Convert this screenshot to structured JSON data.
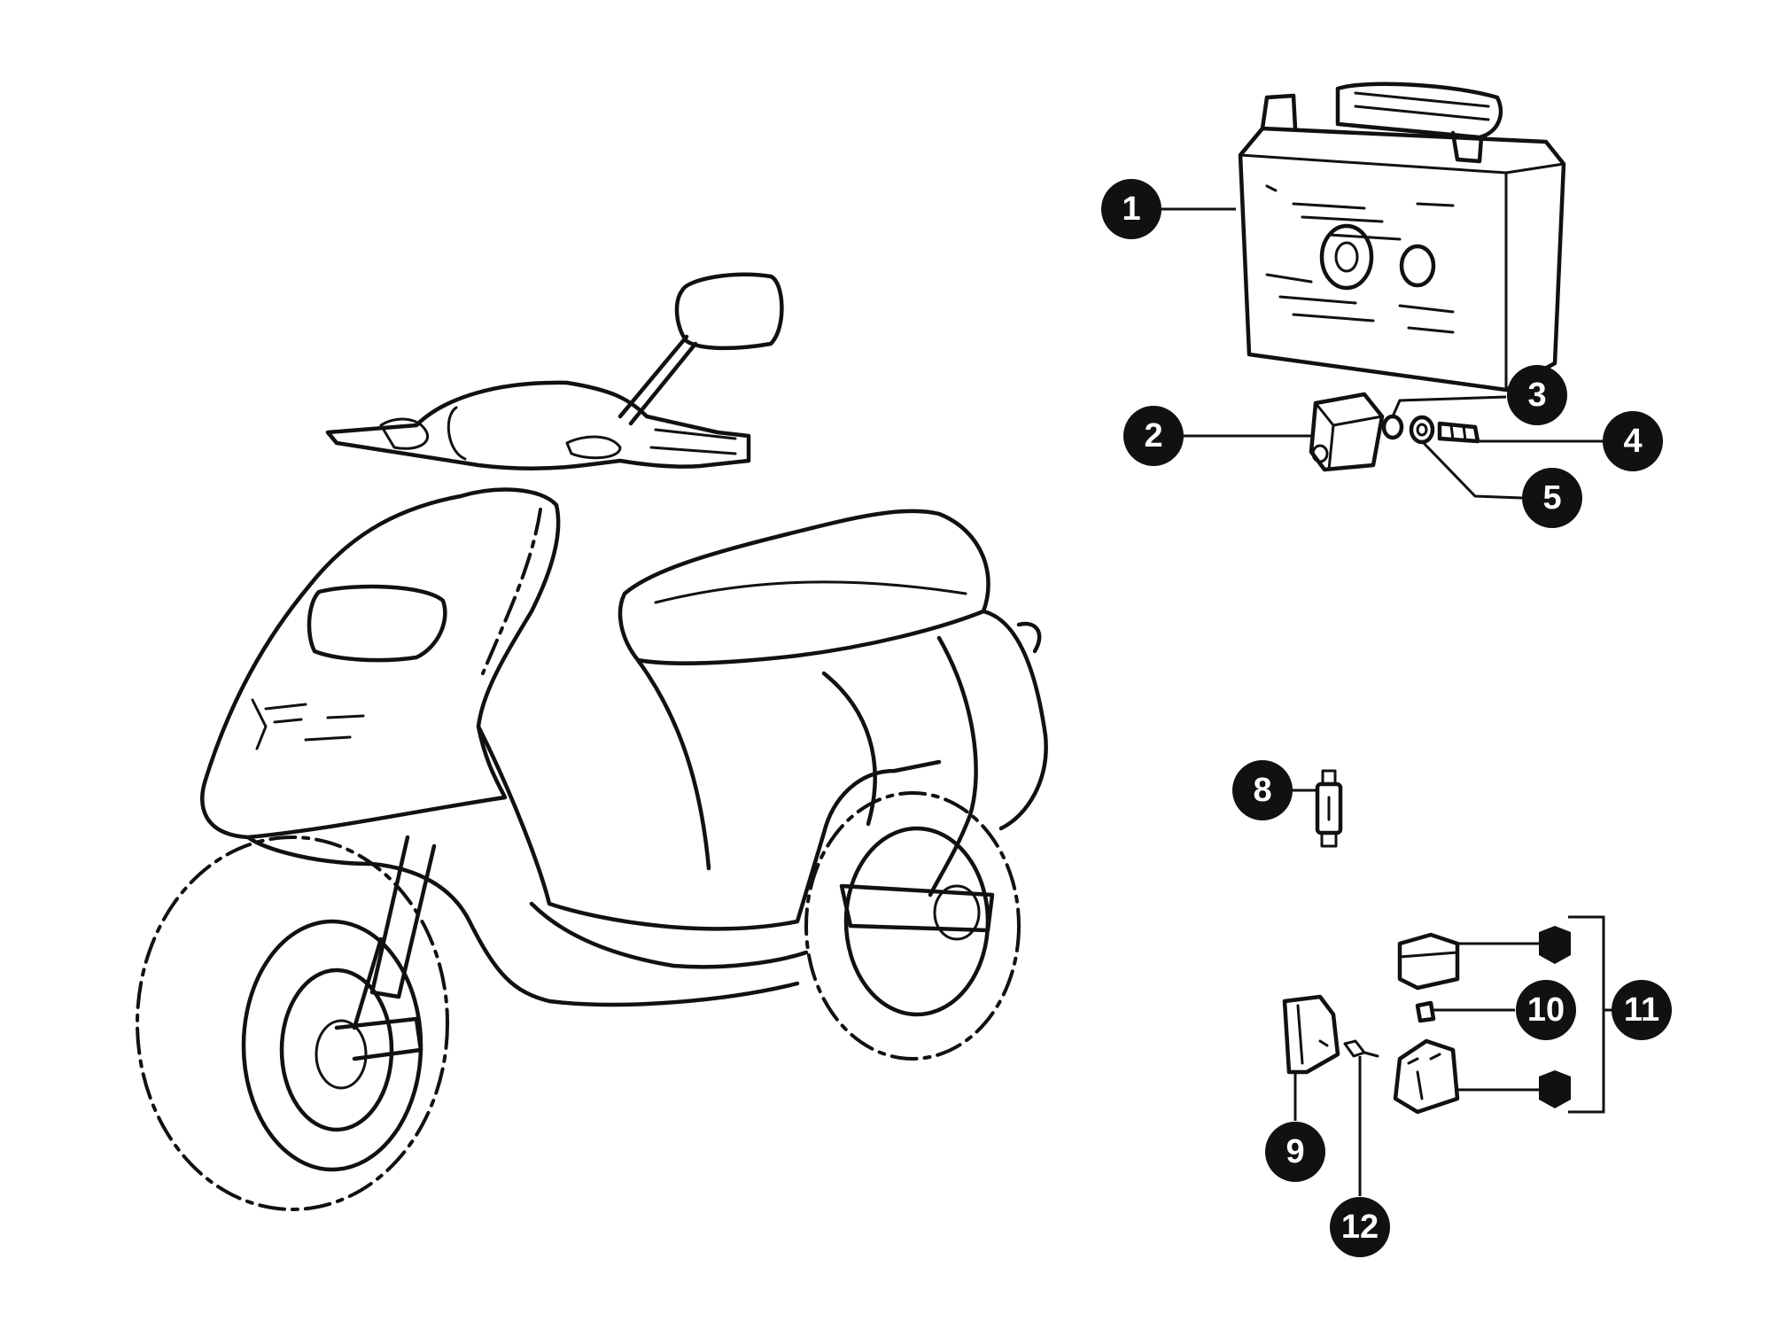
{
  "callouts": [
    {
      "id": "1",
      "label": "1"
    },
    {
      "id": "2",
      "label": "2"
    },
    {
      "id": "3",
      "label": "3"
    },
    {
      "id": "4",
      "label": "4"
    },
    {
      "id": "5",
      "label": "5"
    },
    {
      "id": "8",
      "label": "8"
    },
    {
      "id": "9",
      "label": "9"
    },
    {
      "id": "10",
      "label": "10"
    },
    {
      "id": "11",
      "label": "11"
    },
    {
      "id": "12",
      "label": "12"
    }
  ]
}
